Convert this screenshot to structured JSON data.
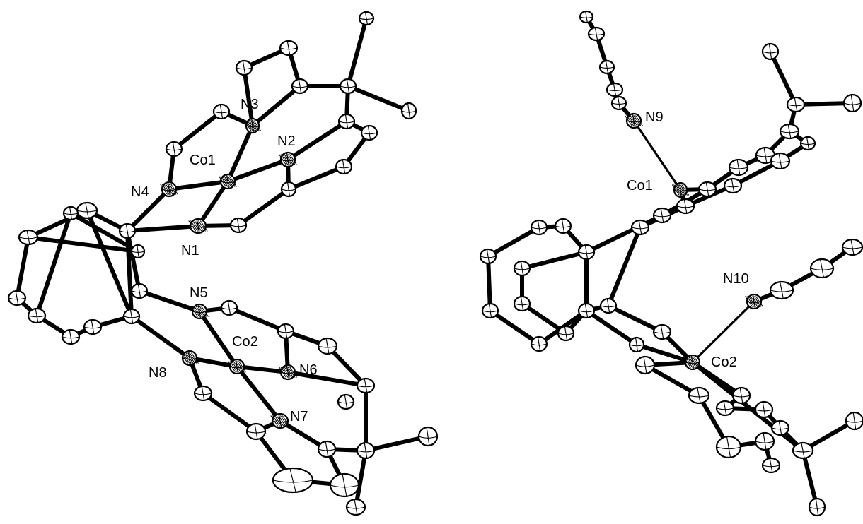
{
  "figure": {
    "panels": [
      {
        "id": "left",
        "labels": [
          "N3",
          "Co1",
          "N2",
          "N4",
          "N1",
          "N5",
          "Co2",
          "N8",
          "N6",
          "N7"
        ]
      },
      {
        "id": "right",
        "labels": [
          "N9",
          "Co1",
          "N10",
          "Co2"
        ]
      }
    ],
    "colors": {
      "line": "#000000",
      "atom_fill": "#ffffff",
      "background": "#ffffff"
    }
  }
}
